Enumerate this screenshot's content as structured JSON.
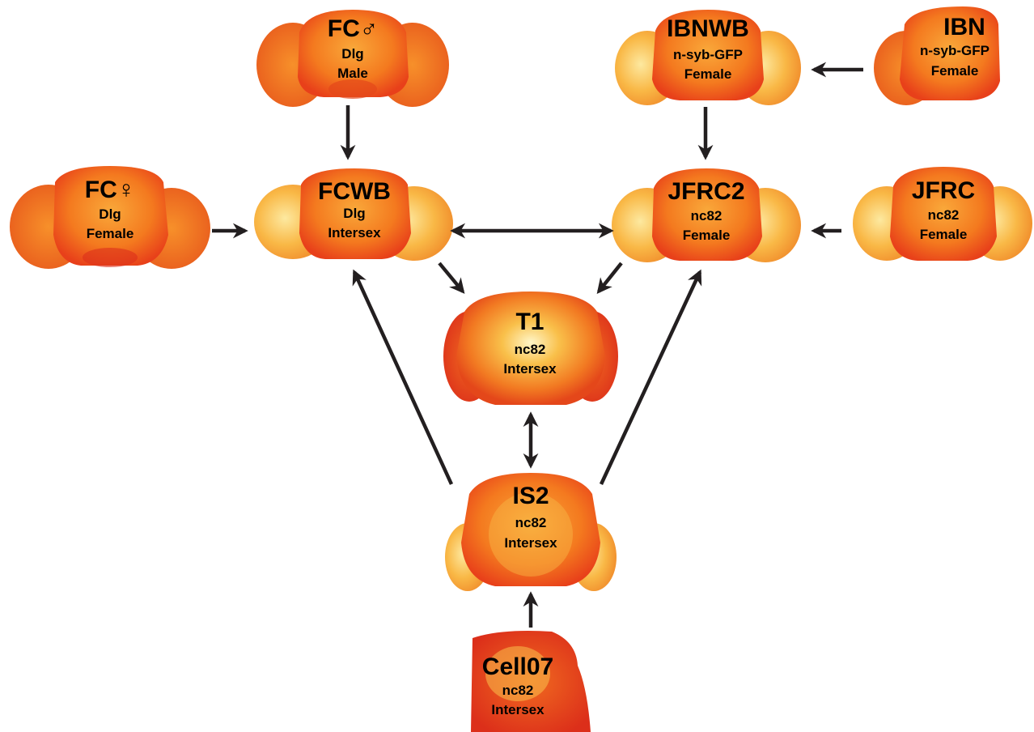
{
  "colors": {
    "brain_outer": "#e8401a",
    "brain_mid": "#f47a1f",
    "brain_light": "#f9a83a",
    "brain_highlight": "#fde9a0",
    "arrow": "#231f20"
  },
  "templates": {
    "fcm": {
      "name": "FC♂",
      "marker": "Dlg",
      "sex": "Male"
    },
    "fcf": {
      "name": "FC♀",
      "marker": "Dlg",
      "sex": "Female"
    },
    "fcwb": {
      "name": "FCWB",
      "marker": "Dlg",
      "sex": "Intersex"
    },
    "ibnwb": {
      "name": "IBNWB",
      "marker": "n-syb-GFP",
      "sex": "Female"
    },
    "ibn": {
      "name": "IBN",
      "marker": "n-syb-GFP",
      "sex": "Female"
    },
    "jfrc2": {
      "name": "JFRC2",
      "marker": "nc82",
      "sex": "Female"
    },
    "jfrc": {
      "name": "JFRC",
      "marker": "nc82",
      "sex": "Female"
    },
    "t1": {
      "name": "T1",
      "marker": "nc82",
      "sex": "Intersex"
    },
    "is2": {
      "name": "IS2",
      "marker": "nc82",
      "sex": "Intersex"
    },
    "cell07": {
      "name": "Cell07",
      "marker": "nc82",
      "sex": "Intersex"
    }
  },
  "edges": [
    {
      "from": "fcm",
      "to": "fcwb",
      "bidirectional": false
    },
    {
      "from": "fcf",
      "to": "fcwb",
      "bidirectional": false
    },
    {
      "from": "fcwb",
      "to": "jfrc2",
      "bidirectional": true
    },
    {
      "from": "ibn",
      "to": "ibnwb",
      "bidirectional": false
    },
    {
      "from": "ibnwb",
      "to": "jfrc2",
      "bidirectional": false
    },
    {
      "from": "jfrc",
      "to": "jfrc2",
      "bidirectional": false
    },
    {
      "from": "fcwb",
      "to": "t1",
      "bidirectional": false
    },
    {
      "from": "jfrc2",
      "to": "t1",
      "bidirectional": false
    },
    {
      "from": "t1",
      "to": "is2",
      "bidirectional": true
    },
    {
      "from": "is2",
      "to": "fcwb",
      "bidirectional": false
    },
    {
      "from": "is2",
      "to": "jfrc2",
      "bidirectional": false
    },
    {
      "from": "cell07",
      "to": "is2",
      "bidirectional": false
    }
  ]
}
